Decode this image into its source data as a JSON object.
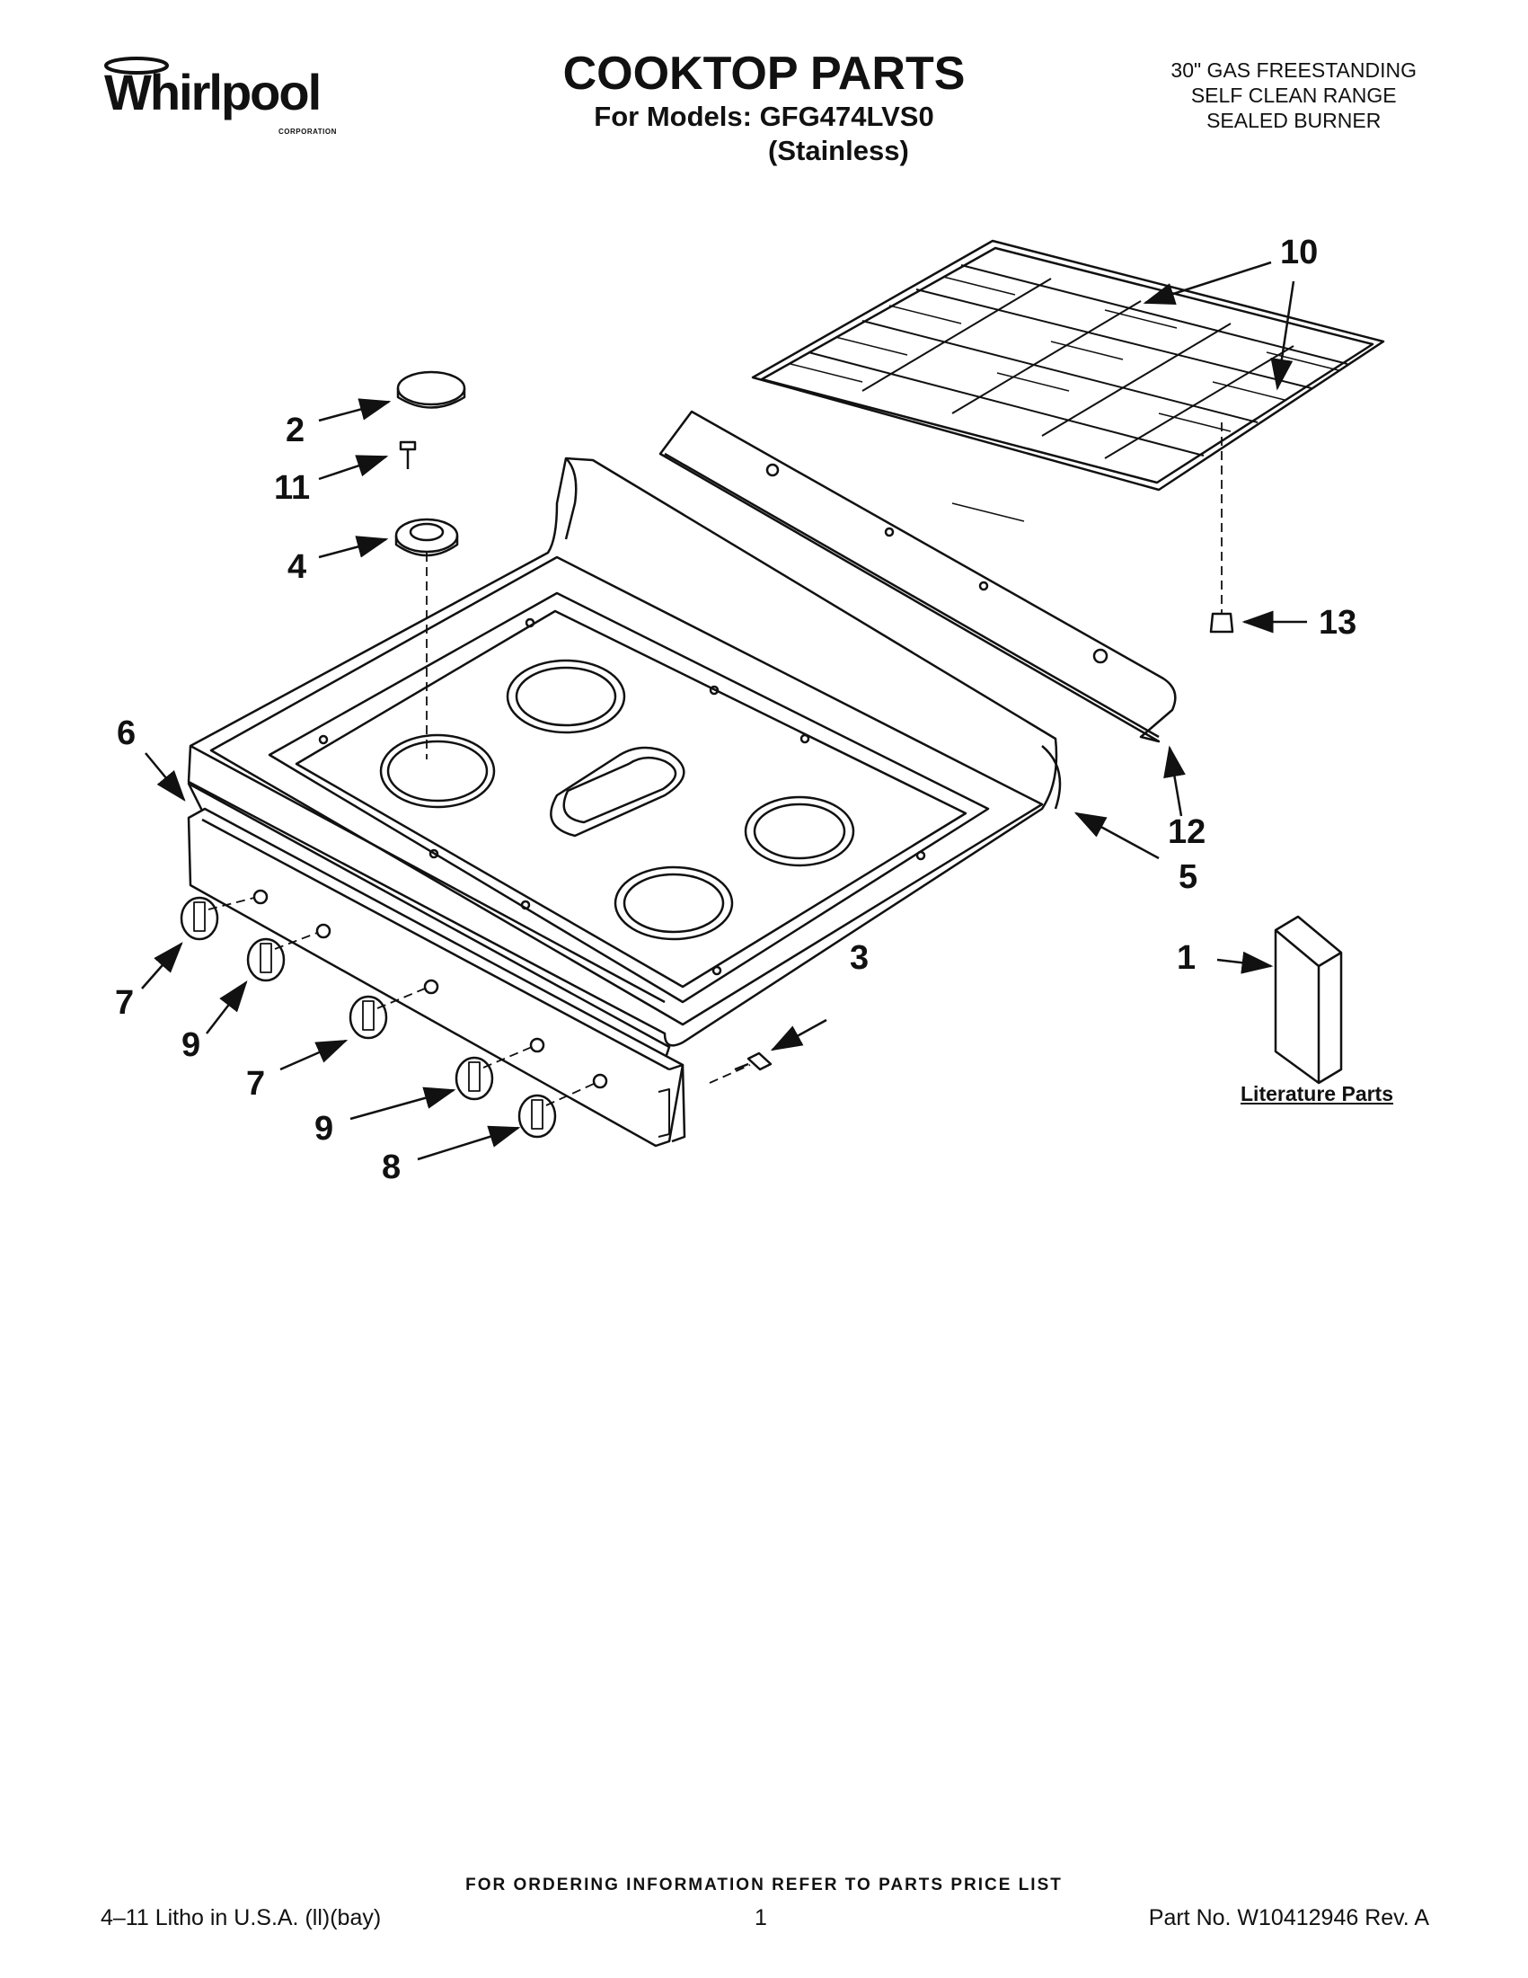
{
  "brand": {
    "name": "Whirlpool",
    "sub": "CORPORATION"
  },
  "header": {
    "title": "COOKTOP PARTS",
    "subtitle": "For Models: GFG474LVS0",
    "variant": "(Stainless)",
    "description": [
      "30\" GAS FREESTANDING",
      "SELF CLEAN RANGE",
      "SEALED BURNER"
    ]
  },
  "callouts": {
    "c10": "10",
    "c2": "2",
    "c11": "11",
    "c4": "4",
    "c13": "13",
    "c6": "6",
    "c12": "12",
    "c5": "5",
    "c3": "3",
    "c1": "1",
    "c7a": "7",
    "c9a": "9",
    "c7b": "7",
    "c9b": "9",
    "c8": "8"
  },
  "literature_label": "Literature Parts",
  "footer": {
    "order_note": "FOR ORDERING INFORMATION REFER TO PARTS PRICE LIST",
    "left": "4–11 Litho in U.S.A. (ll)(bay)",
    "page": "1",
    "part_no": "Part No. W10412946 Rev. A"
  }
}
